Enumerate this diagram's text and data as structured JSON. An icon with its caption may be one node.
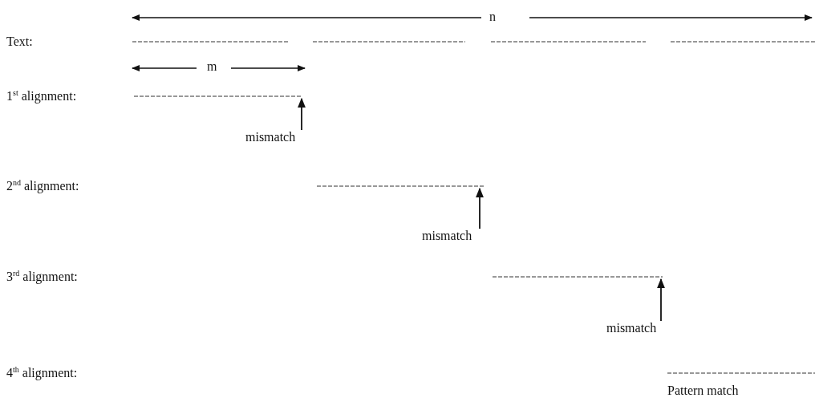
{
  "diagram": {
    "nodes": [
      {
        "text": [
          "mismatch"
        ]
      },
      {
        "text": [
          "mismatch"
        ]
      },
      {
        "text": [
          "mismatch"
        ]
      }
    ],
    "edges": [
      {
        "from": 0,
        "to": null,
        "arrow": "to"
      },
      {
        "from": 1,
        "to": null,
        "arrow": "to"
      },
      {
        "from": 2,
        "to": null,
        "arrow": "to"
      }
    ],
    "labels": [
      "n",
      "Text:",
      "m",
      "1$^{st}$ alignment:",
      "2$^{nd}$ alignment:",
      "3$^{rd}$ alignment:",
      "4$^{th}$ alignment:",
      "Pattern match"
    ]
  }
}
